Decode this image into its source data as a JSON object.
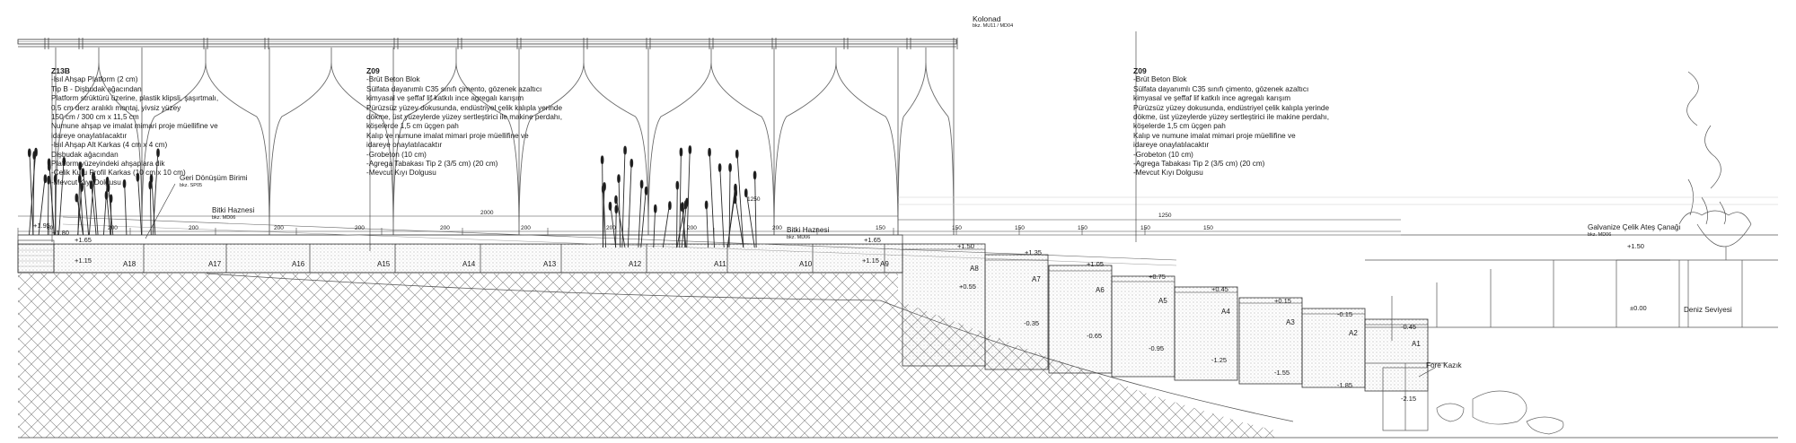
{
  "kolonad": {
    "title": "Kolonad",
    "ref": "bkz. MU11 / MD04"
  },
  "notes": [
    {
      "code": "Z13B",
      "lines": [
        "-Isıl Ahşap Platform (2 cm)",
        "Tip B - Dişbudak ağacından",
        "Platform strüktürü üzerine, plastik klipsli, şaşırtmalı,",
        "0.5 cm derz aralıklı montaj, yivsiz yüzey",
        "150 cm / 300 cm x 11,5 cm",
        "Numune ahşap ve imalat mimari proje müellifine ve",
        "idareye onaylatılacaktır",
        "-Isıl Ahşap Alt Karkas (4 cm x 4 cm)",
        "Dişbudak ağacından",
        "Platform yüzeyindeki ahşaplara dik",
        "-Çelik Kutu Profil Karkas (10 cm x 10 cm)",
        "-Mevcut Kıyı Dolgusu"
      ]
    },
    {
      "code": "Z09",
      "lines": [
        "-Brüt Beton Blok",
        "Sülfata dayanımlı C35 sınıfı çimento, gözenek azaltıcı",
        "kimyasal ve şeffaf lif katkılı ince agregalı karışım",
        "Pürüzsüz yüzey dokusunda, endüstriyel çelik kalıpla yerinde",
        "dökme, üst yüzeylerde yüzey sertleştirici ile makine perdahı,",
        "köşelerde 1,5 cm üçgen pah",
        "Kalıp ve numune imalat mimari proje müellifine ve",
        "idareye onaylatılacaktır",
        "-Grobeton (10 cm)",
        "-Agrega Tabakası Tip 2 (3/5 cm) (20 cm)",
        "-Mevcut Kıyı Dolgusu"
      ]
    },
    {
      "code": "Z09",
      "lines": [
        "-Brüt Beton Blok",
        "Sülfata dayanımlı C35 sınıfı çimento, gözenek azaltıcı",
        "kimyasal ve şeffaf lif katkılı ince agregalı karışım",
        "Pürüzsüz yüzey dokusunda, endüstriyel çelik kalıpla yerinde",
        "dökme, üst yüzeylerde yüzey sertleştirici ile makine perdahı,",
        "köşelerde 1,5 cm üçgen pah",
        "Kalıp ve numune imalat mimari proje müellifine ve",
        "idareye onaylatılacaktır",
        "-Grobeton (10 cm)",
        "-Agrega Tabakası Tip 2 (3/5 cm) (20 cm)",
        "-Mevcut Kıyı Dolgusu"
      ]
    }
  ],
  "callouts": {
    "geri": {
      "title": "Geri Dönüşüm Birimi",
      "ref": "bkz. SP05"
    },
    "bitki1": {
      "title": "Bitki Haznesi",
      "ref": "bkz. MD06"
    },
    "bitki2": {
      "title": "Bitki Haznesi",
      "ref": "bkz. MD06"
    },
    "ates": {
      "title": "Galvanize Çelik Ateş Çanağı",
      "ref": "bkz. MD06"
    },
    "fore": "Fore Kazık",
    "deniz": "Deniz Seviyesi"
  },
  "dimensions": {
    "top": [
      "60",
      "200",
      "200",
      "200",
      "200",
      "200",
      "200",
      "200",
      "200",
      "200",
      "150",
      "150",
      "150",
      "150",
      "150",
      "150"
    ],
    "overall": [
      "2000",
      "1250",
      "1250"
    ]
  },
  "panels": [
    "A18",
    "A17",
    "A16",
    "A15",
    "A14",
    "A13",
    "A12",
    "A11",
    "A10",
    "A9"
  ],
  "steps": [
    "A8",
    "A7",
    "A6",
    "A5",
    "A4",
    "A3",
    "A2",
    "A1"
  ],
  "levels": {
    "left": [
      "+1.95",
      "+1.80",
      "+1.65",
      "+1.15",
      "+1.65",
      "+1.15"
    ],
    "steps_top": [
      "+1.50",
      "+1.35",
      "+1.05",
      "+0.75",
      "+0.45",
      "+0.15",
      "-0.15",
      "-0.45"
    ],
    "steps_mid": [
      "+0.55"
    ],
    "steps_bottom": [
      "-0.35",
      "-0.65",
      "-0.95",
      "-1.25",
      "-1.55",
      "-1.85",
      "-2.15"
    ],
    "right": [
      "+1.50",
      "±0.00"
    ]
  }
}
